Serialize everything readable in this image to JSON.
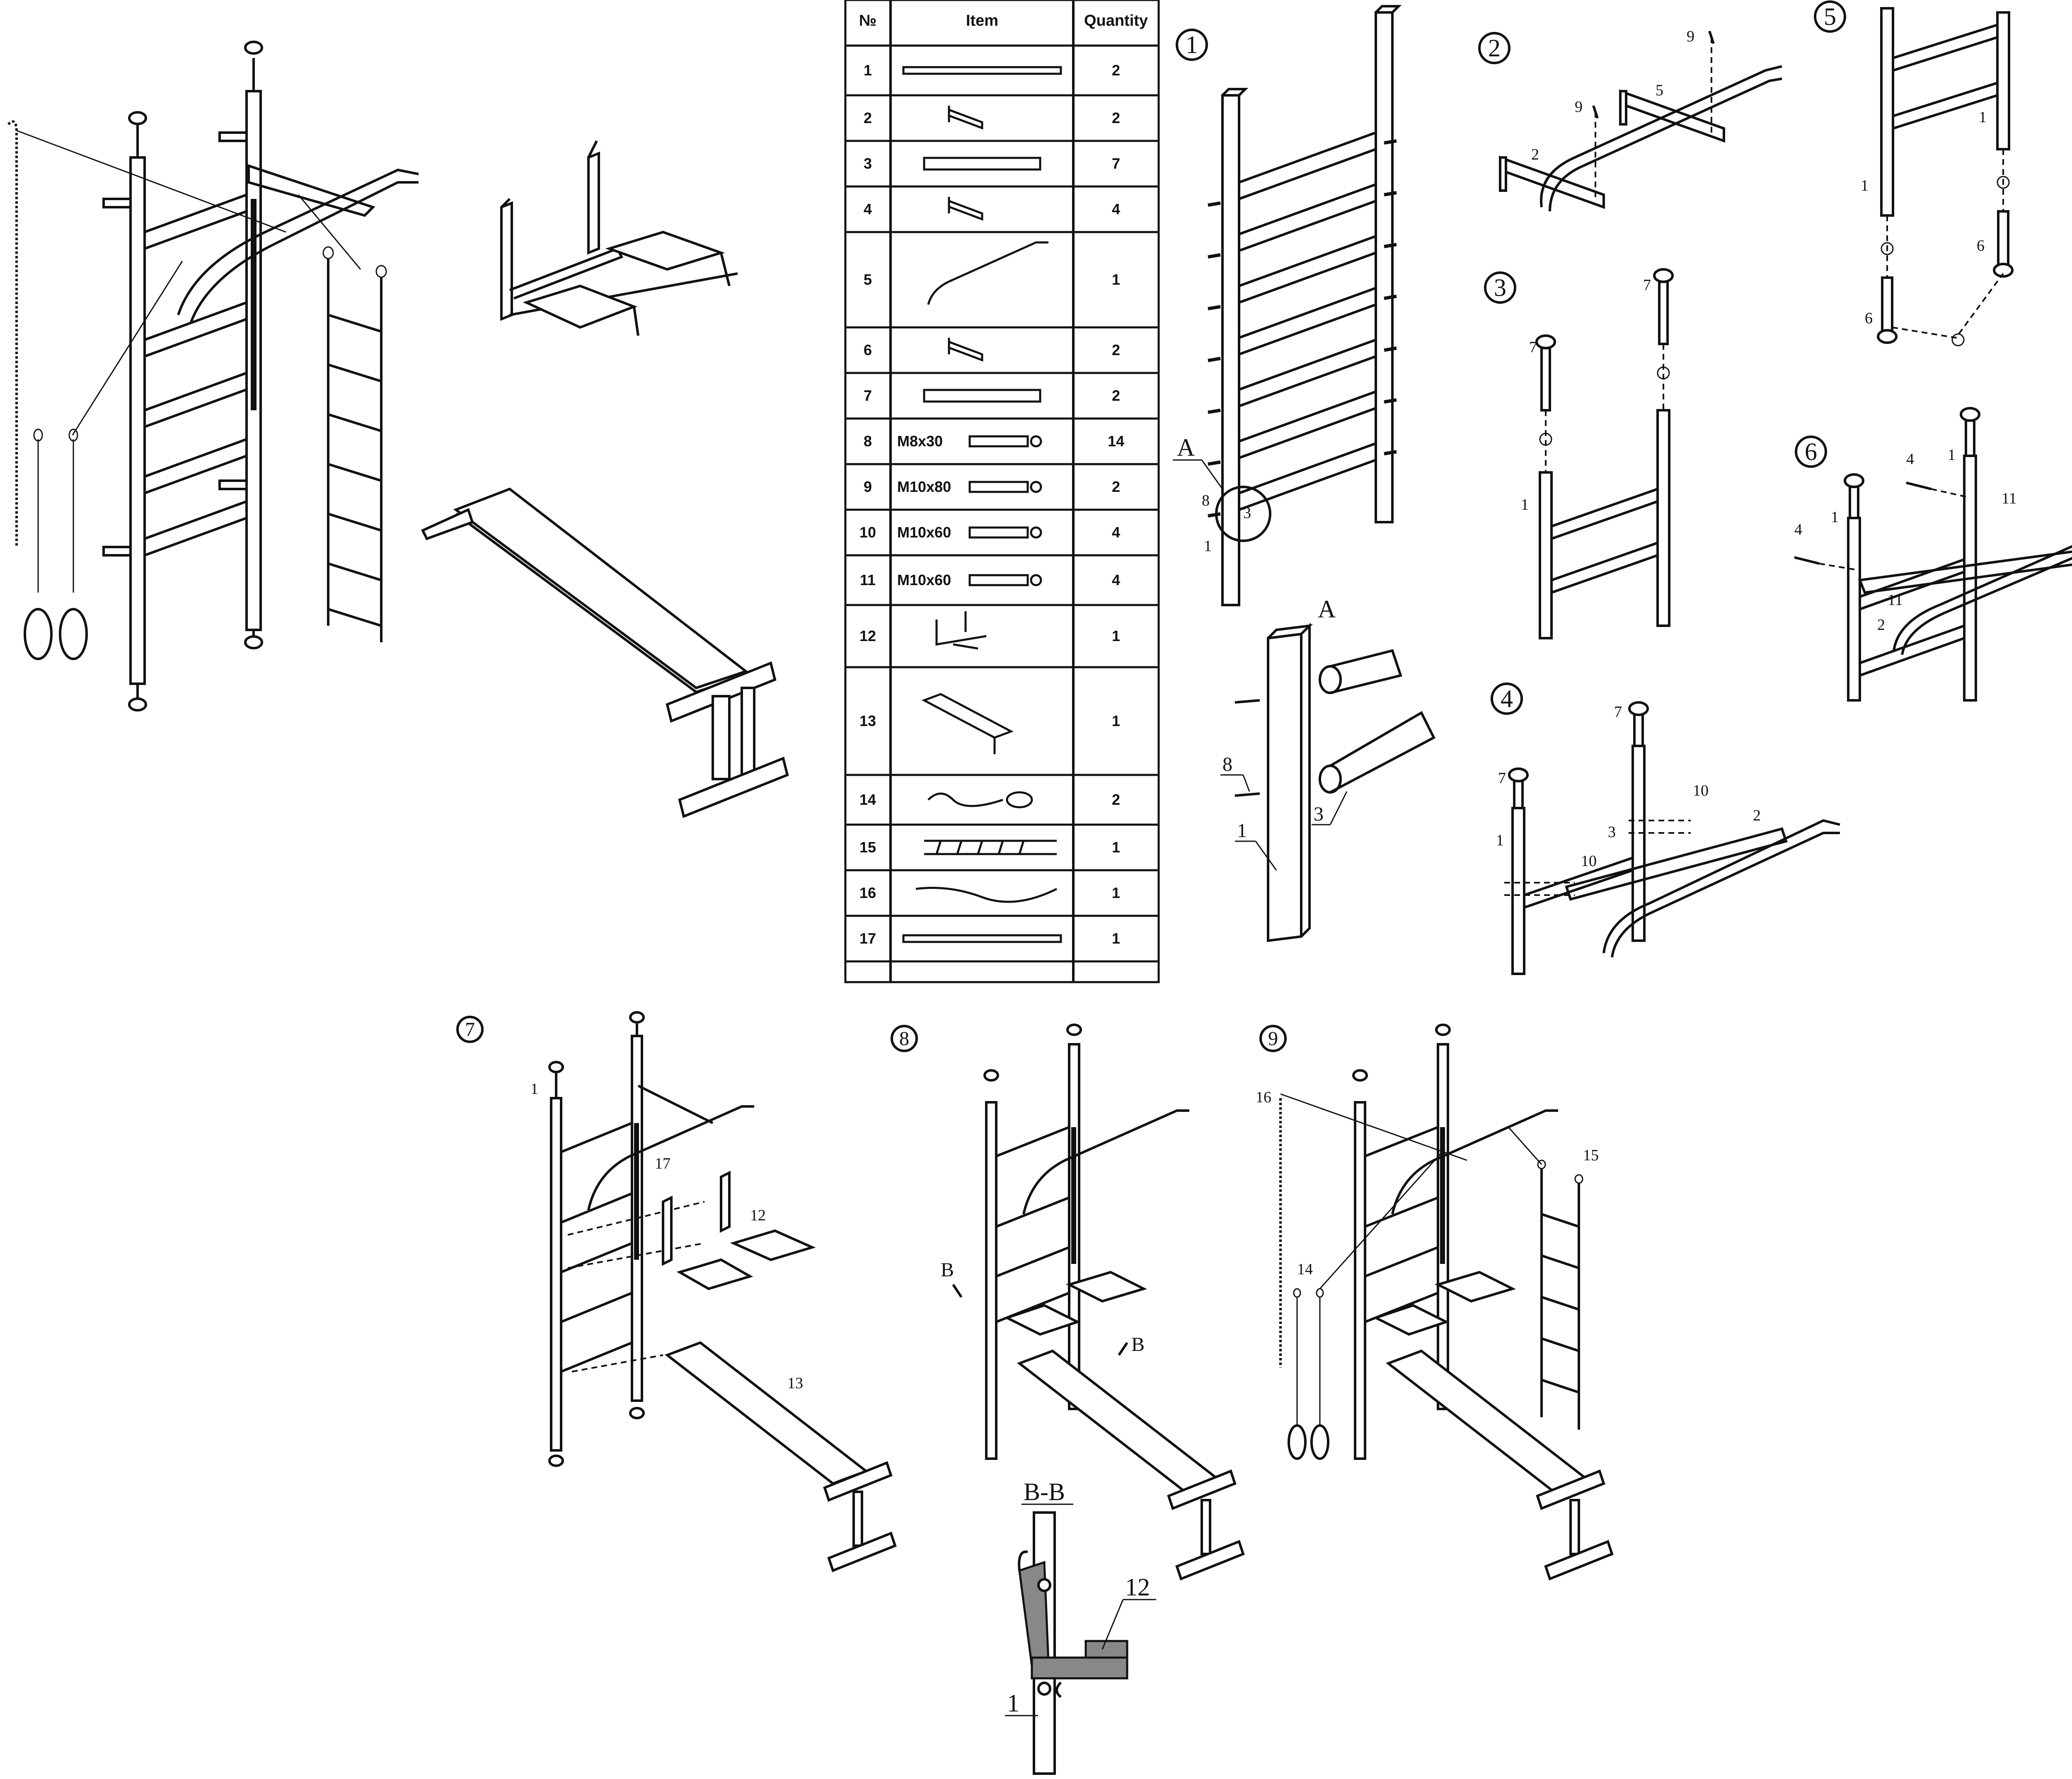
{
  "parts_table": {
    "headers": [
      "№",
      "Item",
      "Quantity"
    ],
    "rows": [
      {
        "no": "1",
        "item_text": "",
        "quantity": "2",
        "icon": "perforated-post-icon"
      },
      {
        "no": "2",
        "item_text": "",
        "quantity": "2",
        "icon": "wall-bracket-icon"
      },
      {
        "no": "3",
        "item_text": "",
        "quantity": "7",
        "icon": "rung-tube-icon"
      },
      {
        "no": "4",
        "item_text": "",
        "quantity": "4",
        "icon": "small-bracket-icon"
      },
      {
        "no": "5",
        "item_text": "",
        "quantity": "1",
        "icon": "pull-up-bar-icon"
      },
      {
        "no": "6",
        "item_text": "",
        "quantity": "2",
        "icon": "short-foot-icon"
      },
      {
        "no": "7",
        "item_text": "",
        "quantity": "2",
        "icon": "long-foot-icon"
      },
      {
        "no": "8",
        "item_text": "M8x30",
        "quantity": "14",
        "icon": "bolt-icon"
      },
      {
        "no": "9",
        "item_text": "M10x80",
        "quantity": "2",
        "icon": "bolt-icon"
      },
      {
        "no": "10",
        "item_text": "M10x60",
        "quantity": "4",
        "icon": "bolt-icon"
      },
      {
        "no": "11",
        "item_text": "M10x60",
        "quantity": "4",
        "icon": "bolt-icon"
      },
      {
        "no": "12",
        "item_text": "",
        "quantity": "1",
        "icon": "dip-station-icon"
      },
      {
        "no": "13",
        "item_text": "",
        "quantity": "1",
        "icon": "bench-icon"
      },
      {
        "no": "14",
        "item_text": "",
        "quantity": "2",
        "icon": "gym-ring-icon"
      },
      {
        "no": "15",
        "item_text": "",
        "quantity": "1",
        "icon": "rope-ladder-icon"
      },
      {
        "no": "16",
        "item_text": "",
        "quantity": "1",
        "icon": "climbing-rope-icon"
      },
      {
        "no": "17",
        "item_text": "",
        "quantity": "1",
        "icon": "rack-strip-icon"
      }
    ]
  },
  "steps": {
    "s1": "1",
    "s2": "2",
    "s3": "3",
    "s4": "4",
    "s5": "5",
    "s6": "6",
    "s7": "7",
    "s8": "8",
    "s9": "9"
  },
  "details": {
    "a_marker": "A",
    "a_title": "A",
    "b_marker_left": "B",
    "b_marker_right": "B",
    "bb_title": "B-B"
  },
  "part_labels": {
    "p1": "1",
    "p2": "2",
    "p3": "3",
    "p4": "4",
    "p5": "5",
    "p6": "6",
    "p7": "7",
    "p8": "8",
    "p9": "9",
    "p10": "10",
    "p11": "11",
    "p12": "12",
    "p13": "13",
    "p14": "14",
    "p15": "15",
    "p16": "16",
    "p17": "17"
  }
}
